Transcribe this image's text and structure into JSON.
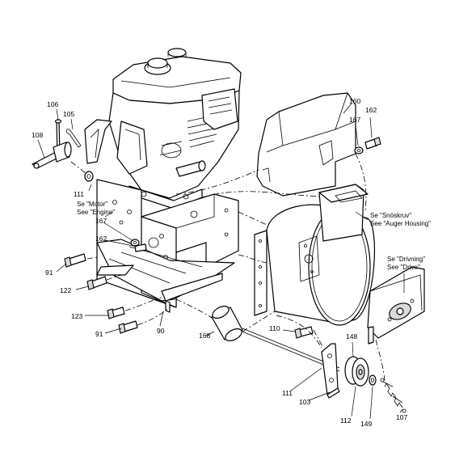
{
  "callouts": {
    "c106": "106",
    "c105": "105",
    "c108": "108",
    "c111a": "111",
    "c160": "160",
    "c162a": "162",
    "c167a": "167",
    "c167b": "167",
    "c162b": "162",
    "c91a": "91",
    "c122": "122",
    "c123": "123",
    "c91b": "91",
    "c90": "90",
    "c168": "168",
    "c110": "110",
    "c148": "148",
    "c111b": "111",
    "c103": "103",
    "c112": "112",
    "c149": "149",
    "c107": "107"
  },
  "notes": {
    "motor_line1": "Se \"Motor\"",
    "motor_line2": "See \"Engine\"",
    "auger_line1": "Se \"Snöskruv\"",
    "auger_line2": "See \"Auger Housing\"",
    "drive_line1": "Se \"Drivning\"",
    "drive_line2": "See \"Drive\""
  }
}
